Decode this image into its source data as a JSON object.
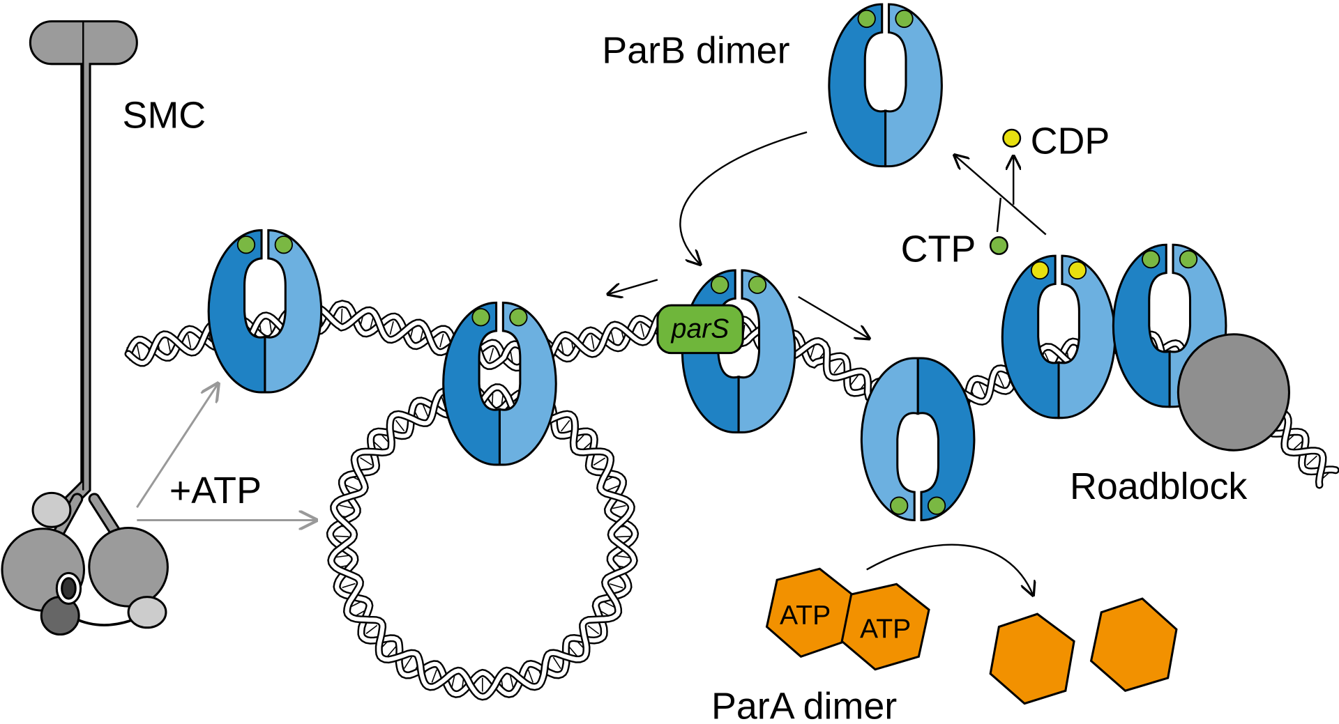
{
  "labels": {
    "smc": "SMC",
    "atp_plus": "+ATP",
    "parb_dimer": "ParB dimer",
    "ctp": "CTP",
    "cdp": "CDP",
    "pars": "parS",
    "roadblock": "Roadblock",
    "para_dimer": "ParA dimer",
    "atp_1": "ATP",
    "atp_2": "ATP"
  },
  "colors": {
    "parb_dark": "#1f82c4",
    "parb_light": "#6cb0e0",
    "ctp_green": "#7ab843",
    "cdp_yellow": "#e8e010",
    "para_orange": "#f29100",
    "smc_grey": "#9b9b9b",
    "roadblock_grey": "#8f8f8f",
    "pars_green": "#6fb63b"
  }
}
